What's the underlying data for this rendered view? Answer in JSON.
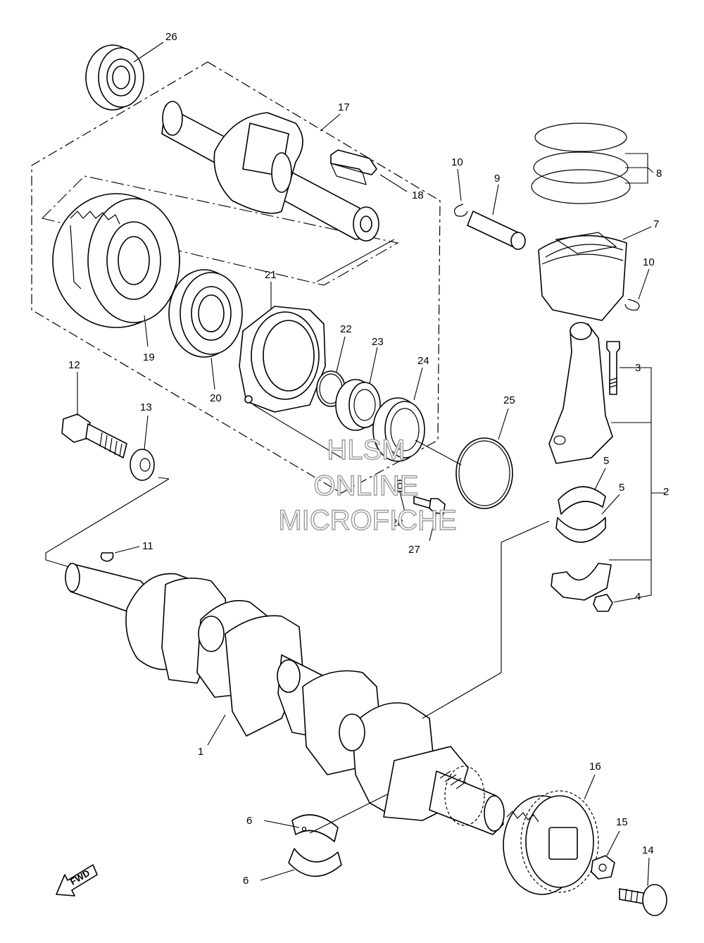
{
  "watermark": {
    "line1": "HLSM",
    "line2": "ONLINE",
    "line3": "MICROFICHE"
  },
  "fwd_marker": "FWD",
  "callouts": [
    "26",
    "17",
    "18",
    "10",
    "9",
    "8",
    "7",
    "10",
    "21",
    "19",
    "20",
    "22",
    "23",
    "24",
    "25",
    "3",
    "12",
    "13",
    "5",
    "5",
    "2",
    "28",
    "27",
    "11",
    "4",
    "1",
    "16",
    "15",
    "6",
    "6",
    "14"
  ]
}
